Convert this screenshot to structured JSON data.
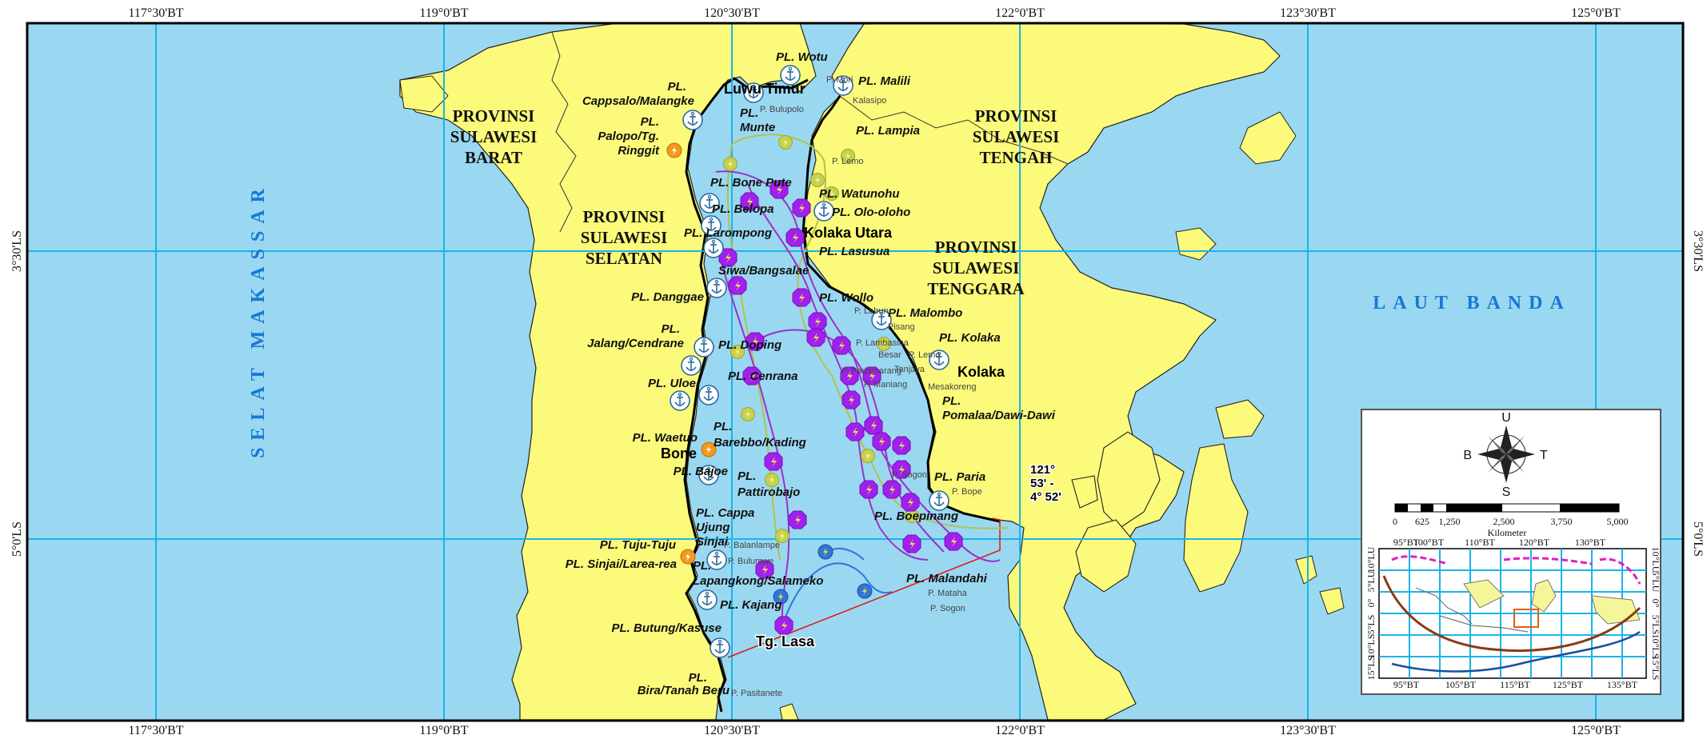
{
  "grid": {
    "top_labels": [
      "117°30'BT",
      "119°0'BT",
      "120°30'BT",
      "122°0'BT",
      "123°30'BT",
      "125°0'BT"
    ],
    "bottom_labels": [
      "117°30'BT",
      "119°0'BT",
      "120°30'BT",
      "122°0'BT",
      "123°30'BT",
      "125°0'BT"
    ],
    "left_labels": [
      "3°30'LS",
      "5°0'LS"
    ],
    "right_labels": [
      "3°30'LS",
      "5°0'LS"
    ]
  },
  "seas": {
    "west": "SELAT MAKASSAR",
    "east": "LAUT BANDA"
  },
  "provinces": {
    "sulbar": [
      "PROVINSI",
      "SULAWESI",
      "BARAT"
    ],
    "sulsel": [
      "PROVINSI",
      "SULAWESI",
      "SELATAN"
    ],
    "sulteng": [
      "PROVINSI",
      "SULAWESI",
      "TENGAH"
    ],
    "sultra": [
      "PROVINSI",
      "SULAWESI",
      "TENGGARA"
    ]
  },
  "towns": {
    "luwu_timur": "Luwu Timur",
    "kolaka_utara": "Kolaka Utara",
    "kolaka": "Kolaka",
    "bone": "Bone",
    "tg_lasa": "Tg. Lasa"
  },
  "ports_west": [
    [
      "PL.",
      "Cappsalo/Malangke"
    ],
    [
      "PL.",
      "Palopo/Tg.",
      "Ringgit"
    ],
    [
      "PL. Bone Pute"
    ],
    [
      "PL. Belopa"
    ],
    [
      "PL. Larompong"
    ],
    [
      "Siwa/Bangsalae"
    ],
    [
      "PL. Danggae"
    ],
    [
      "PL.",
      "Jalang/Cendrane"
    ],
    [
      "PL. Doping"
    ],
    [
      "PL. Cenrana"
    ],
    [
      "PL. Uloe"
    ],
    [
      "PL. Waetuo"
    ],
    [
      "PL.",
      "Barebbo/Kading"
    ],
    [
      "PL. Bajoe"
    ],
    [
      "PL.",
      "Pattirobajo"
    ],
    [
      "PL. Cappa",
      "Ujung",
      "Sinjai"
    ],
    [
      "PL. Tuju-Tuju"
    ],
    [
      "PL. Sinjai/Larea-rea"
    ],
    [
      "PL."
    ],
    [
      "Lapangkong/Salameko"
    ],
    [
      "PL. Kajang"
    ],
    [
      "PL. Butung/Kasuse"
    ],
    [
      "PL.",
      "Bira/Tanah Beru"
    ]
  ],
  "ports_east": [
    [
      "PL. Wotu"
    ],
    [
      "PL. Malili"
    ],
    [
      "PL.",
      "Munte"
    ],
    [
      "PL. Lampia"
    ],
    [
      "PL. Watunohu"
    ],
    [
      "PL. Olo-oloho"
    ],
    [
      "PL. Lasusua"
    ],
    [
      "PL. Wollo"
    ],
    [
      "PL. Malombo"
    ],
    [
      "PL. Kolaka"
    ],
    [
      "PL.",
      "Pomalaa/Dawi-Dawi"
    ],
    [
      "PL. Paria"
    ],
    [
      "PL. Boepinang"
    ],
    [
      "PL. Malandahi"
    ]
  ],
  "islands": [
    "P. Mori",
    "Kalasipo",
    "P. Bulupolo",
    "P. Lemo",
    "P. Laburu",
    "Pisang",
    "P. Lambasina",
    "Besar",
    "P. Lemo",
    "Tanjaya",
    "P. Padamarang",
    "P. Maniang",
    "Mesakoreng",
    "P. Sogon",
    "P. Bope",
    "P. Balanlampe",
    "P. Bulumwe",
    "P. Mataha",
    "P. Sogon",
    "P. Pasitanete"
  ],
  "coordinate_note": [
    "121°",
    "53' -",
    "4° 52'"
  ],
  "inset": {
    "compass": {
      "north": "U",
      "south": "S",
      "west": "B",
      "east": "T"
    },
    "scale_ticks": [
      "0",
      "625",
      "1,250",
      "2,500",
      "3,750",
      "5,000"
    ],
    "scale_unit": "Kilometer",
    "mini_top": [
      "95°BT",
      "100°BT",
      "110°BT",
      "120°BT",
      "130°BT"
    ],
    "mini_bottom": [
      "95°BT",
      "105°BT",
      "115°BT",
      "125°BT",
      "135°BT"
    ],
    "mini_left": [
      "10°LU",
      "5°LU",
      "0°",
      "5°LS",
      "10°LS",
      "15°LS"
    ],
    "mini_right": [
      "10°LU",
      "5°LU",
      "0°",
      "5°LS",
      "10°LS",
      "15°LS"
    ]
  },
  "colors": {
    "sea": "#9ad8f1",
    "land": "#fbfa7a",
    "grid": "#19b4ea",
    "route_purple": "#9b30c8",
    "route_green": "#b2c24a",
    "route_blue": "#2f77d8",
    "boundary_red": "#e01515",
    "zone_marker": "#a020f0"
  }
}
